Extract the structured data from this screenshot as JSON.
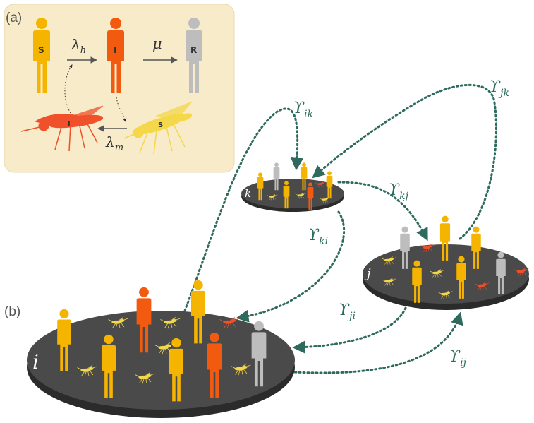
{
  "panels": {
    "a_label": "(a)",
    "b_label": "(b)"
  },
  "sir": {
    "s_label": "S",
    "i_label": "I",
    "r_label": "R",
    "lambda_h": "λh",
    "lambda_h_base": "λ",
    "lambda_h_sub": "h",
    "mu": "μ",
    "lambda_m_base": "λ",
    "lambda_m_sub": "m",
    "mosquito_i_label": "I",
    "mosquito_s_label": "S"
  },
  "patches": {
    "i": "i",
    "j": "j",
    "k": "k"
  },
  "flows": [
    {
      "id": "ik",
      "symbol": "ϒ",
      "sub": "ik"
    },
    {
      "id": "jk",
      "symbol": "ϒ",
      "sub": "jk"
    },
    {
      "id": "kj",
      "symbol": "ϒ",
      "sub": "kj"
    },
    {
      "id": "ki",
      "symbol": "ϒ",
      "sub": "ki"
    },
    {
      "id": "ji",
      "symbol": "ϒ",
      "sub": "ji"
    },
    {
      "id": "ij",
      "symbol": "ϒ",
      "sub": "ij"
    }
  ],
  "colors": {
    "susceptible": "#f5b400",
    "infected": "#f25a10",
    "recovered": "#bdbdbd",
    "mosquito_s": "#f5d74a",
    "mosquito_i": "#f0502a",
    "patch": "#4a4a4a",
    "flow": "#2e6b5e",
    "panel_bg": "#f7ebc9"
  }
}
